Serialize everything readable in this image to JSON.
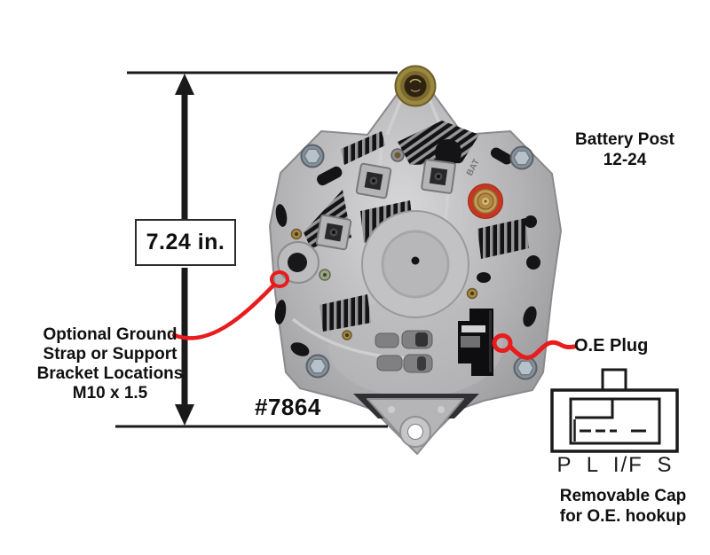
{
  "annotations": {
    "dimension": "7.24 in.",
    "battery_post": [
      "Battery Post",
      "12-24"
    ],
    "ground_note": [
      "Optional Ground",
      "Strap or Support",
      "Bracket Locations",
      "M10 x 1.5"
    ],
    "part_number": "#7864",
    "oe_plug": "O.E Plug",
    "engraving": "BAT",
    "connector": {
      "pin_labels": "P L I/F S",
      "caption": [
        "Removable Cap",
        "for O.E. hookup"
      ]
    }
  },
  "colors": {
    "background": "#ffffff",
    "line_black": "#1a1a1a",
    "annotation_red": "#e81c1c",
    "battery_ring_red": "#c63722",
    "brass": "#c59a58",
    "gold_bolt": "#9a8740",
    "body_gray": "#aeaeb0",
    "slot_black": "#141416"
  }
}
